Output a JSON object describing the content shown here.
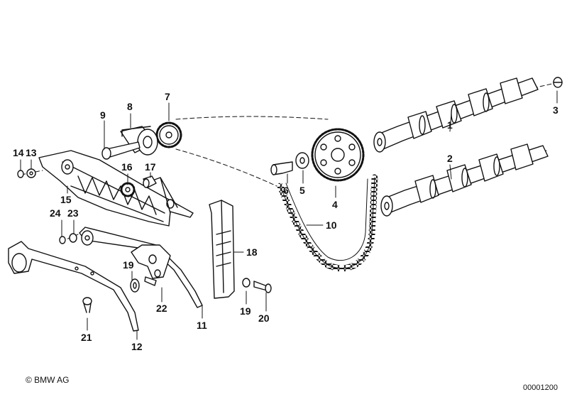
{
  "diagram": {
    "part_labels": [
      "1",
      "2",
      "3",
      "4",
      "5",
      "6",
      "7",
      "8",
      "9",
      "10",
      "11",
      "12",
      "13",
      "14",
      "15",
      "16",
      "17",
      "18",
      "19",
      "19",
      "20",
      "21",
      "22",
      "23",
      "24"
    ]
  },
  "footer": {
    "copyright": "© BMW AG",
    "doc_number": "00001200"
  },
  "colors": {
    "ink": "#111111",
    "background": "#ffffff"
  }
}
